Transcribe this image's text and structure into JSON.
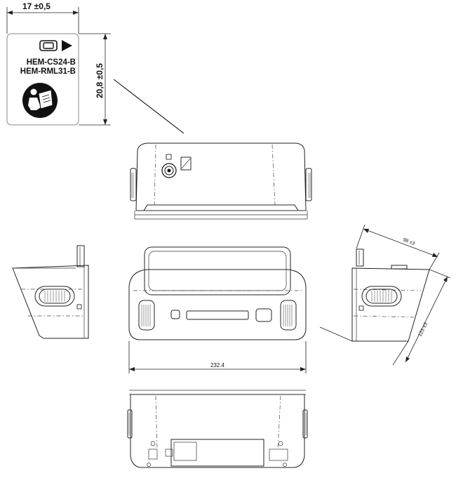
{
  "label_card": {
    "width_dimension": "17 ±0,5",
    "height_dimension": "20,8 ±0,5",
    "model_line_1": "HEM-CS24-B",
    "model_line_2": "HEM-RML31-B"
  },
  "front_view": {
    "width_dimension": "232.4"
  },
  "side_view": {
    "depth_dimension": "98 ±3",
    "height_dimension": "123 ±3"
  }
}
